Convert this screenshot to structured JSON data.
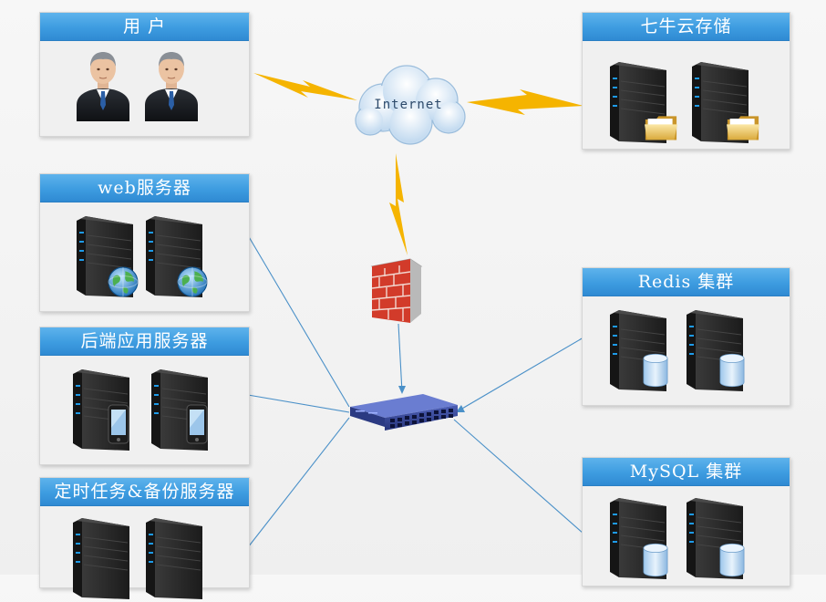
{
  "panels": {
    "users": {
      "title": "用 户"
    },
    "qiniu": {
      "title": "七牛云存储"
    },
    "web": {
      "title": "web服务器"
    },
    "backend": {
      "title": "后端应用服务器"
    },
    "cron": {
      "title": "定时任务&备份服务器"
    },
    "redis": {
      "title": "Redis 集群"
    },
    "mysql": {
      "title": "MySQL 集群"
    }
  },
  "internet": {
    "label": "Internet"
  },
  "colors": {
    "header_blue": "#3d9ce0",
    "lightning": "#f5b400",
    "connection_line": "#4a90c8",
    "server_body": "#2b2b2b",
    "server_led": "#1e9be9"
  }
}
